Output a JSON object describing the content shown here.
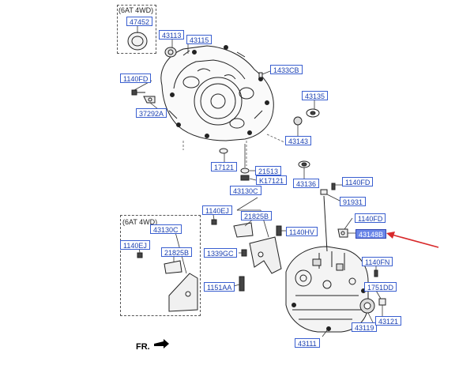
{
  "groups": [
    {
      "label": "(6AT 4WD)"
    },
    {
      "label": "(6AT 4WD)"
    }
  ],
  "parts": [
    {
      "number": "47452"
    },
    {
      "number": "43113"
    },
    {
      "number": "43115"
    },
    {
      "number": "1433CB"
    },
    {
      "number": "1140FD"
    },
    {
      "number": "43135"
    },
    {
      "number": "37292A"
    },
    {
      "number": "43143"
    },
    {
      "number": "17121"
    },
    {
      "number": "21513"
    },
    {
      "number": "K17121"
    },
    {
      "number": "43136"
    },
    {
      "number": "1140FD"
    },
    {
      "number": "43130C"
    },
    {
      "number": "91931"
    },
    {
      "number": "1140EJ"
    },
    {
      "number": "21825B"
    },
    {
      "number": "1140FD"
    },
    {
      "number": "43130C"
    },
    {
      "number": "1140HV"
    },
    {
      "number": "43148B",
      "highlight": true
    },
    {
      "number": "1140EJ"
    },
    {
      "number": "21825B"
    },
    {
      "number": "1339GC"
    },
    {
      "number": "1140FN"
    },
    {
      "number": "1151AA"
    },
    {
      "number": "1751DD"
    },
    {
      "number": "43119"
    },
    {
      "number": "43121"
    },
    {
      "number": "43111"
    }
  ],
  "direction_label": "FR.",
  "colors": {
    "label_text": "#1a3fb0",
    "label_border": "#3a5fd0",
    "highlight_fill": "#6a86e8",
    "pointer_arrow": "#d8282a"
  }
}
